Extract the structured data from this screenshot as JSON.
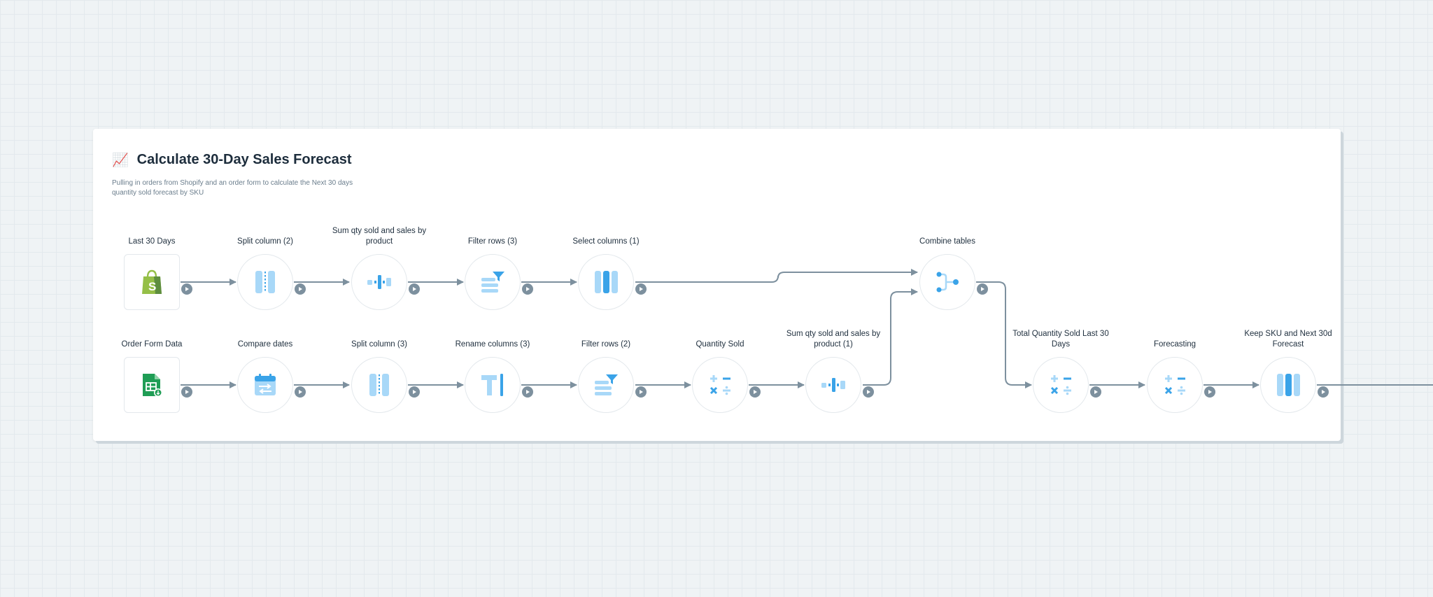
{
  "flow": {
    "title_emoji": "📈",
    "title": "Calculate 30-Day Sales Forecast",
    "description": "Pulling in orders from Shopify and an order form to calculate the Next 30 days quantity sold forecast by SKU"
  },
  "nodes": [
    {
      "name": "node-last-30-days",
      "label": "Last 30 Days",
      "icon": "shopify-icon"
    },
    {
      "name": "node-split-column-2",
      "label": "Split column (2)",
      "icon": "split-column-icon"
    },
    {
      "name": "node-sum-qty-sold",
      "label": "Sum qty sold and sales by product",
      "icon": "group-sum-icon"
    },
    {
      "name": "node-filter-rows-3",
      "label": "Filter rows (3)",
      "icon": "filter-rows-icon"
    },
    {
      "name": "node-select-columns-1",
      "label": "Select columns (1)",
      "icon": "select-columns-icon"
    },
    {
      "name": "node-combine-tables",
      "label": "Combine tables",
      "icon": "combine-tables-icon"
    },
    {
      "name": "node-order-form-data",
      "label": "Order Form Data",
      "icon": "google-sheets-icon"
    },
    {
      "name": "node-compare-dates",
      "label": "Compare dates",
      "icon": "compare-dates-icon"
    },
    {
      "name": "node-split-column-3",
      "label": "Split column (3)",
      "icon": "split-column-icon"
    },
    {
      "name": "node-rename-columns-3",
      "label": "Rename columns (3)",
      "icon": "rename-columns-icon"
    },
    {
      "name": "node-filter-rows-2",
      "label": "Filter rows (2)",
      "icon": "filter-rows-icon"
    },
    {
      "name": "node-quantity-sold",
      "label": "Quantity Sold",
      "icon": "formula-icon"
    },
    {
      "name": "node-sum-qty-sold-1",
      "label": "Sum qty sold and sales by product (1)",
      "icon": "group-sum-icon"
    },
    {
      "name": "node-total-quantity-sold",
      "label": "Total Quantity Sold Last 30 Days",
      "icon": "formula-icon"
    },
    {
      "name": "node-forecasting",
      "label": "Forecasting",
      "icon": "formula-icon"
    },
    {
      "name": "node-keep-sku",
      "label": "Keep SKU and Next 30d Forecast",
      "icon": "select-columns-icon"
    }
  ],
  "colors": {
    "icon_light": "#a8d8f8",
    "icon_accent": "#3aa3e8",
    "edge": "#7d909e",
    "shopify_green": "#95bf47",
    "sheets_green": "#1f9d55"
  }
}
